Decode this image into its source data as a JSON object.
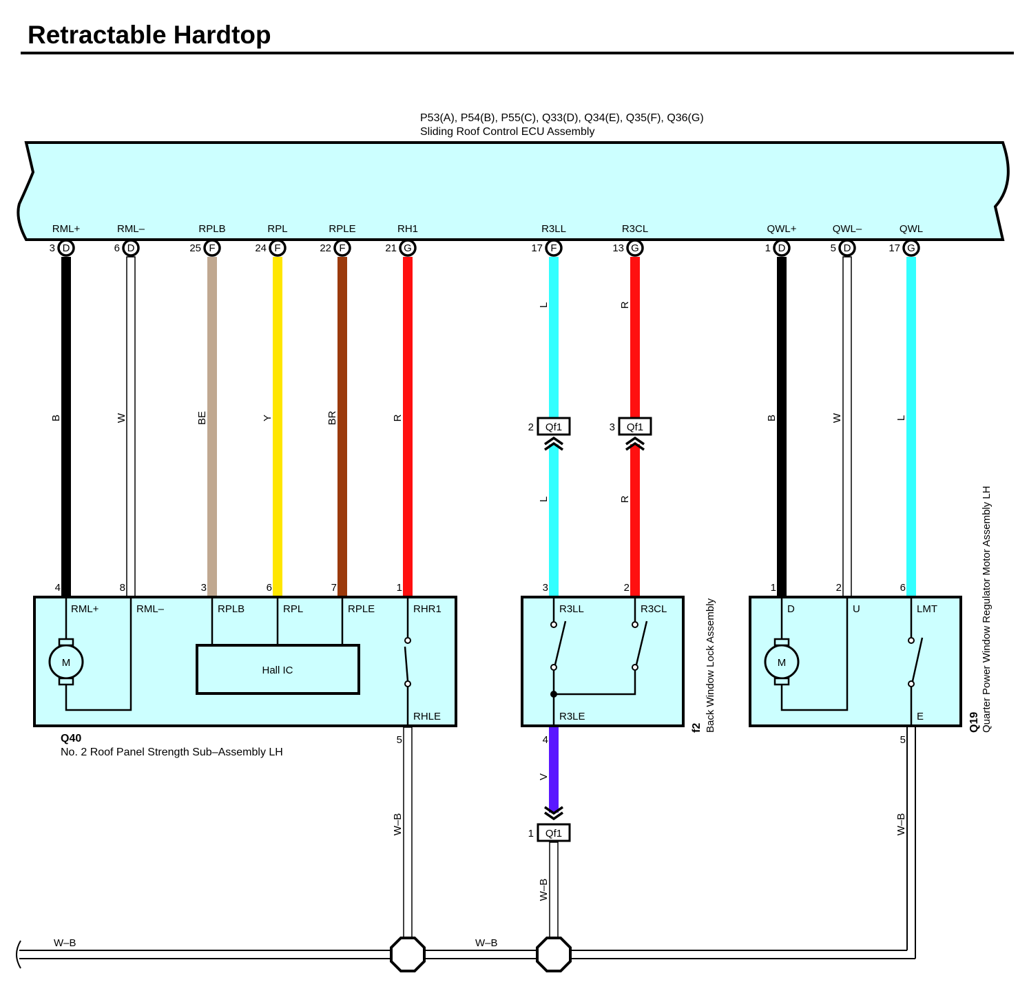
{
  "title": "Retractable Hardtop",
  "ecu": {
    "connectors": "P53(A), P54(B), P55(C), Q33(D), Q34(E), Q35(F), Q36(G)",
    "name": "Sliding Roof Control ECU Assembly",
    "terminals": [
      {
        "label": "RML+",
        "pin": "3",
        "conn": "D"
      },
      {
        "label": "RML–",
        "pin": "6",
        "conn": "D"
      },
      {
        "label": "RPLB",
        "pin": "25",
        "conn": "F"
      },
      {
        "label": "RPL",
        "pin": "24",
        "conn": "F"
      },
      {
        "label": "RPLE",
        "pin": "22",
        "conn": "F"
      },
      {
        "label": "RH1",
        "pin": "21",
        "conn": "G"
      },
      {
        "label": "R3LL",
        "pin": "17",
        "conn": "F"
      },
      {
        "label": "R3CL",
        "pin": "13",
        "conn": "G"
      },
      {
        "label": "QWL+",
        "pin": "1",
        "conn": "D"
      },
      {
        "label": "QWL–",
        "pin": "5",
        "conn": "D"
      },
      {
        "label": "QWL",
        "pin": "17",
        "conn": "G"
      }
    ]
  },
  "wires": [
    {
      "color_code": "B",
      "color": "#000000",
      "dest_pin": "4"
    },
    {
      "color_code": "W",
      "color": "#ffffff",
      "dest_pin": "8"
    },
    {
      "color_code": "BE",
      "color": "#c0a890",
      "dest_pin": "3"
    },
    {
      "color_code": "Y",
      "color": "#ffe600",
      "dest_pin": "6"
    },
    {
      "color_code": "BR",
      "color": "#9b3a0c",
      "dest_pin": "7"
    },
    {
      "color_code": "R",
      "color": "#ff1010",
      "dest_pin": "1"
    },
    {
      "color_code": "L",
      "color": "#33ffff",
      "dest_pin": "3"
    },
    {
      "color_code": "R",
      "color": "#ff1010",
      "dest_pin": "2"
    },
    {
      "color_code": "B",
      "color": "#000000",
      "dest_pin": "1"
    },
    {
      "color_code": "W",
      "color": "#ffffff",
      "dest_pin": "2"
    },
    {
      "color_code": "L",
      "color": "#33ffff",
      "dest_pin": "6"
    }
  ],
  "inline_connectors": [
    {
      "name": "Qf1",
      "pin": "2"
    },
    {
      "name": "Qf1",
      "pin": "3"
    },
    {
      "name": "Qf1",
      "pin": "1"
    }
  ],
  "q40": {
    "code": "Q40",
    "name": "No.  2 Roof Panel Strength Sub–Assembly LH",
    "terminals": [
      "RML+",
      "RML–",
      "RPLB",
      "RPL",
      "RPLE",
      "RHR1"
    ],
    "ground_terminal": "RHLE",
    "ground_pin": "5",
    "motor": "M",
    "hall": "Hall IC"
  },
  "f2": {
    "code": "f2",
    "name": "Back Window Lock Assembly",
    "terminals": [
      "R3LL",
      "R3CL"
    ],
    "ground_terminal": "R3LE",
    "ground_pin": "4",
    "ground_wire": {
      "color_code": "V",
      "color": "#5a18ff"
    }
  },
  "q19": {
    "code": "Q19",
    "name": "Quarter Power Window Regulator Motor Assembly LH",
    "terminals": [
      "D",
      "U",
      "LMT"
    ],
    "ground_terminal": "E",
    "ground_pin": "5",
    "motor": "M"
  },
  "ground": {
    "wire_code": "W–B"
  }
}
